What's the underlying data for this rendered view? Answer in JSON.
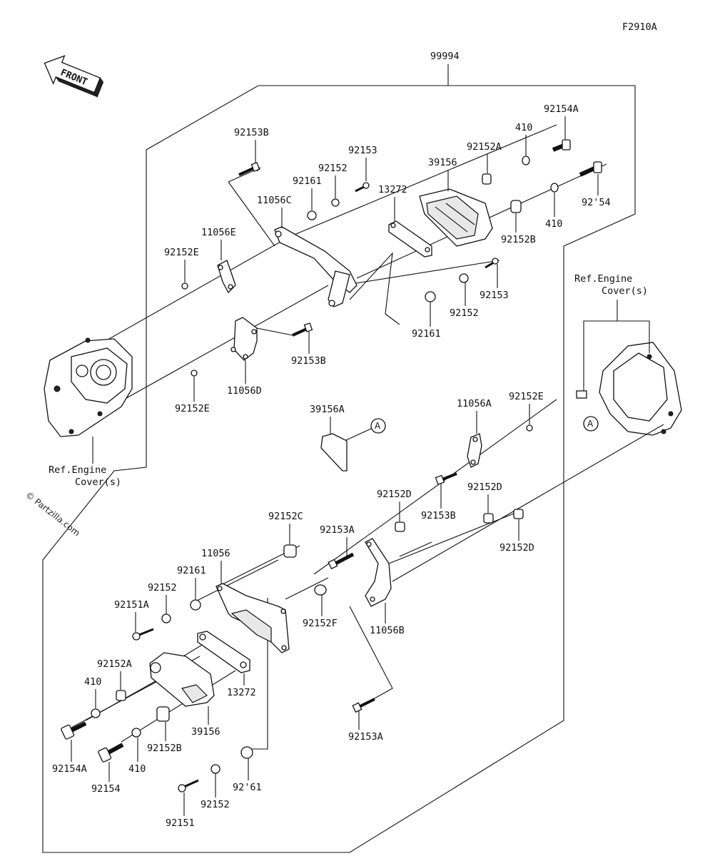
{
  "diagram": {
    "figure_code": "F2910A",
    "front_label": "FRONT",
    "watermark": "© Partzilla.com",
    "ref_top": [
      "Ref.Engine",
      "Cover(s)"
    ],
    "ref_left": [
      "Ref.Engine",
      "Cover(s)"
    ],
    "callout_marker": "A",
    "parts": {
      "p99994": "99994",
      "p92154A_top": "92154A",
      "p410_top1": "410",
      "p92152A_top": "92152A",
      "p92153_top": "92153",
      "p92153B_top": "92153B",
      "p39156_top": "39156",
      "p92152_top": "92152",
      "p92161_top": "92161",
      "p13272_top": "13272",
      "p11056C": "11056C",
      "p92154_top": "92'54",
      "p410_top2": "410",
      "p92152B_top": "92152B",
      "p11056E": "11056E",
      "p92152E_left": "92152E",
      "p92153_mid": "92153",
      "p92152_mid": "92152",
      "p92161_mid": "92161",
      "p92153B_mid": "92153B",
      "p11056D": "11056D",
      "p92152E_low": "92152E",
      "p39156A": "39156A",
      "p11056A": "11056A",
      "p92152E_right": "92152E",
      "p92152D_a": "92152D",
      "p92152D_b": "92152D",
      "p92153B_low": "92153B",
      "p92152C": "92152C",
      "p92153A_mid": "92153A",
      "p92152D_c": "92152D",
      "p11056": "11056",
      "p92161_low": "92161",
      "p92152_low": "92152",
      "p92151A": "92151A",
      "p92152F": "92152F",
      "p11056B": "11056B",
      "p92152A_low": "92152A",
      "p13272_low": "13272",
      "p410_low1": "410",
      "p92154A_low": "92154A",
      "p39156_low": "39156",
      "p92152B_low": "92152B",
      "p92154_low": "92154",
      "p410_low2": "410",
      "p92153A_low": "92153A",
      "p92161_bot": "92'61",
      "p92152_bot": "92152",
      "p92151": "92151"
    }
  }
}
